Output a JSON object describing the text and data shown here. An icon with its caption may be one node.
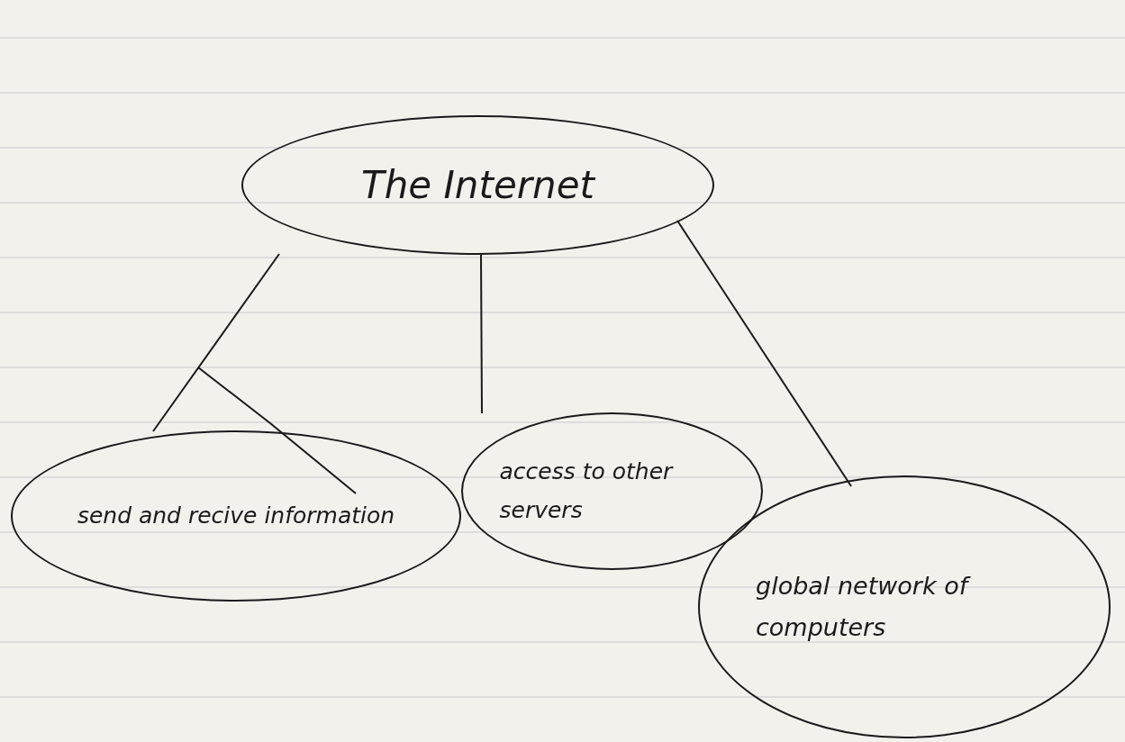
{
  "diagram": {
    "nodes": [
      {
        "text": [
          "The Internet"
        ]
      },
      {
        "text": [
          "send and recive information"
        ]
      },
      {
        "text": [
          "access to other servers"
        ]
      },
      {
        "text": [
          "global network of computers"
        ]
      }
    ],
    "edges": [
      {
        "from": 0,
        "to": 1,
        "arrow": "none"
      },
      {
        "from": 0,
        "to": 2,
        "arrow": "none"
      },
      {
        "from": 0,
        "to": 3,
        "arrow": "none"
      }
    ]
  }
}
